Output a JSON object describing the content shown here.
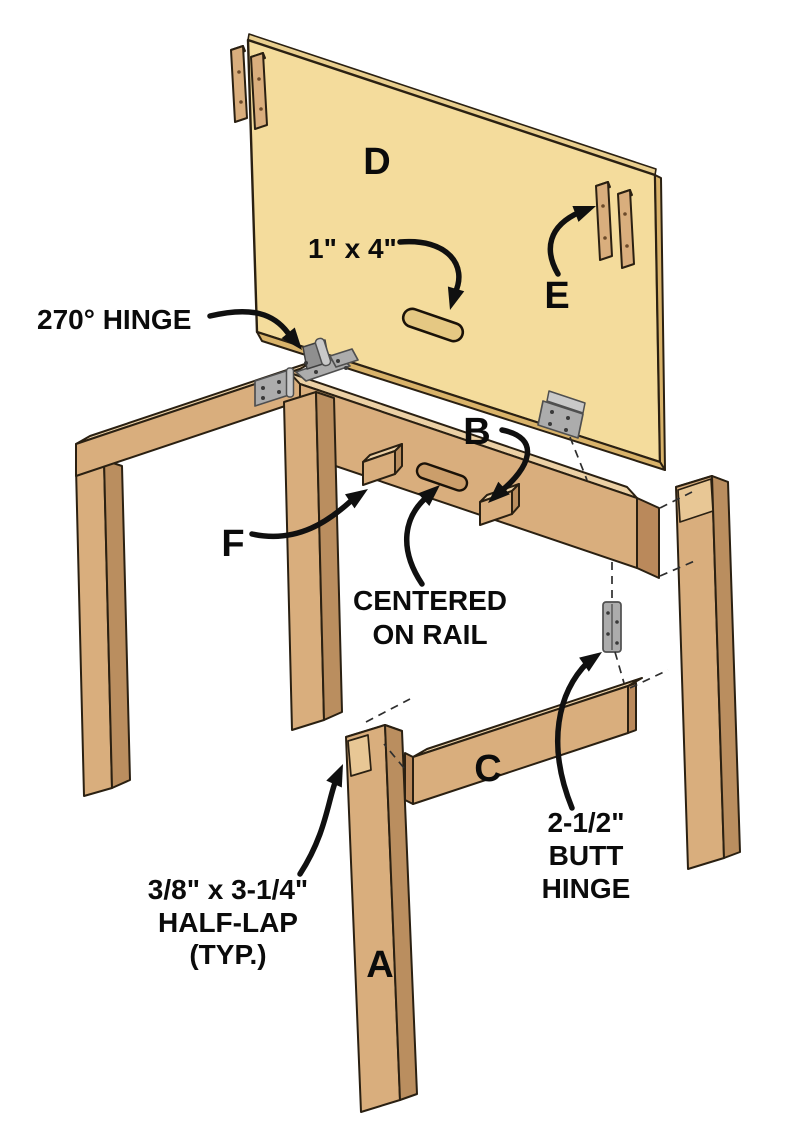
{
  "labels": {
    "a": "A",
    "b": "B",
    "c": "C",
    "d": "D",
    "e": "E",
    "f": "F"
  },
  "annotations": {
    "hinge_270": "270° HINGE",
    "slot_size": "1\" x 4\"",
    "centered_1": "CENTERED",
    "centered_2": "ON RAIL",
    "butt_1": "2-1/2\"",
    "butt_2": "BUTT",
    "butt_3": "HINGE",
    "halflap_1": "3/8\" x 3-1/4\"",
    "halflap_2": "HALF-LAP",
    "halflap_3": "(TYP.)"
  },
  "colors": {
    "background": "#FFFFFF",
    "panel_face": "#F4DC9C",
    "panel_edge": "#D9B36A",
    "panel_edge_top": "#E9CF8F",
    "wood_face": "#D9AE7D",
    "wood_top": "#ECD1A6",
    "wood_side": "#BA8E5F",
    "wood_end": "#BA895B",
    "wood_notch": "#E8C795",
    "slot_panel": "#E5C883",
    "slot_rail": "#CB9E6B",
    "hinge_metal": "#ACACAC",
    "hinge_metal_light": "#C9C9C9",
    "hinge_metal_dark": "#8F8F8F",
    "outline": "#2A2012",
    "dashed_guide": "#2E2E2E",
    "arrow": "#101010",
    "text": "#0B0B0B"
  }
}
